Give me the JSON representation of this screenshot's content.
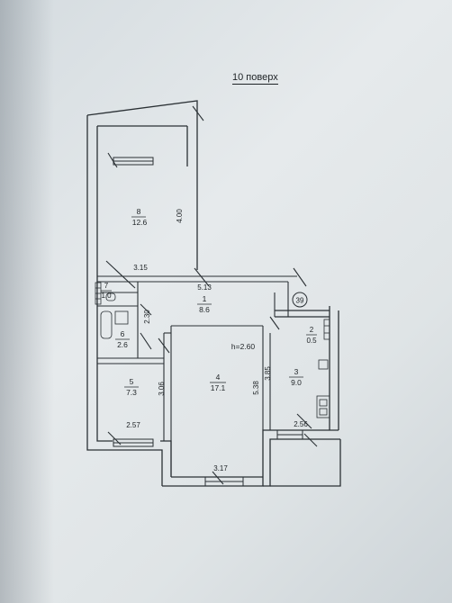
{
  "caption": "10 поверх",
  "flat_no": "39",
  "height": "h=2.60",
  "rooms": [
    {
      "no": "1",
      "area": "8.6"
    },
    {
      "no": "2",
      "area": "0.5"
    },
    {
      "no": "3",
      "area": "9.0"
    },
    {
      "no": "4",
      "area": "17.1"
    },
    {
      "no": "5",
      "area": "7.3"
    },
    {
      "no": "6",
      "area": "2.6"
    },
    {
      "no": "7",
      "area": "1.0"
    },
    {
      "no": "8",
      "area": "12.6"
    }
  ],
  "dimensions": [
    "4.00",
    "3.15",
    "5.13",
    "2.30",
    "3.06",
    "5.38",
    "3.85",
    "2.57",
    "2.56",
    "3.17"
  ]
}
